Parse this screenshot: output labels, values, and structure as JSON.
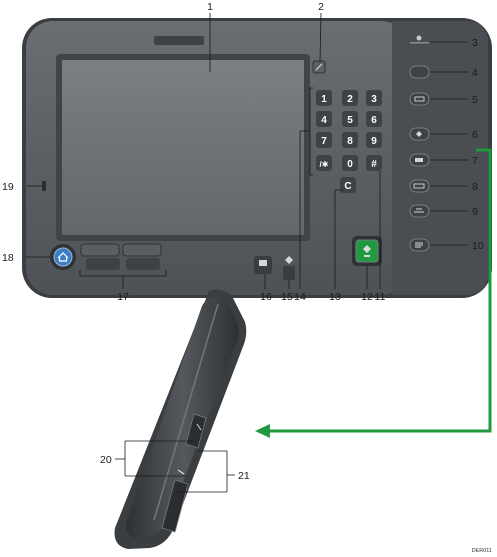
{
  "diagram": {
    "document_id": "DER011",
    "callouts": [
      "1",
      "2",
      "3",
      "4",
      "5",
      "6",
      "7",
      "8",
      "9",
      "10",
      "11",
      "12",
      "13",
      "14",
      "15",
      "16",
      "17",
      "18",
      "19",
      "20",
      "21"
    ],
    "keypad_keys": [
      "1",
      "2",
      "3",
      "4",
      "5",
      "6",
      "7",
      "8",
      "9",
      "/✱",
      "0",
      "#"
    ],
    "clear_key": "C",
    "colors": {
      "panel_body": "#5b5f63",
      "panel_edge": "#3a3d40",
      "screen": "#6e7378",
      "key": "#4a4d50",
      "arrow": "#1f9a3e"
    }
  }
}
